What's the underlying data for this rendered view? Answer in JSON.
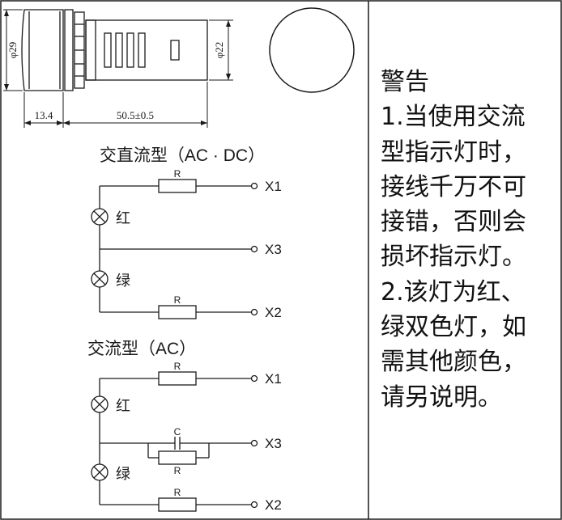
{
  "dimensions": {
    "body_diameter": "φ29",
    "face_diameter": "φ22",
    "front_length": "13.4",
    "body_length": "50.5±0.5"
  },
  "circuit_dc": {
    "title": "交直流型（AC · DC）",
    "resistor_top": "R",
    "resistor_bottom": "R",
    "terminal_x1": "X1",
    "terminal_x3": "X3",
    "terminal_x2": "X2",
    "lamp_red": "红",
    "lamp_green": "绿"
  },
  "circuit_ac": {
    "title": "交流型（AC）",
    "resistor_top": "R",
    "capacitor": "C",
    "resistor_mid": "R",
    "resistor_bottom": "R",
    "terminal_x1": "X1",
    "terminal_x3": "X3",
    "terminal_x2": "X2",
    "lamp_red": "红",
    "lamp_green": "绿"
  },
  "warning": {
    "heading": "警告",
    "lines": [
      "1.当使用交流",
      "型指示灯时，",
      "接线千万不可",
      "接错，否则会",
      "损坏指示灯。",
      "2.该灯为红、",
      "绿双色灯，如",
      "需其他颜色，",
      "请另说明。"
    ]
  }
}
